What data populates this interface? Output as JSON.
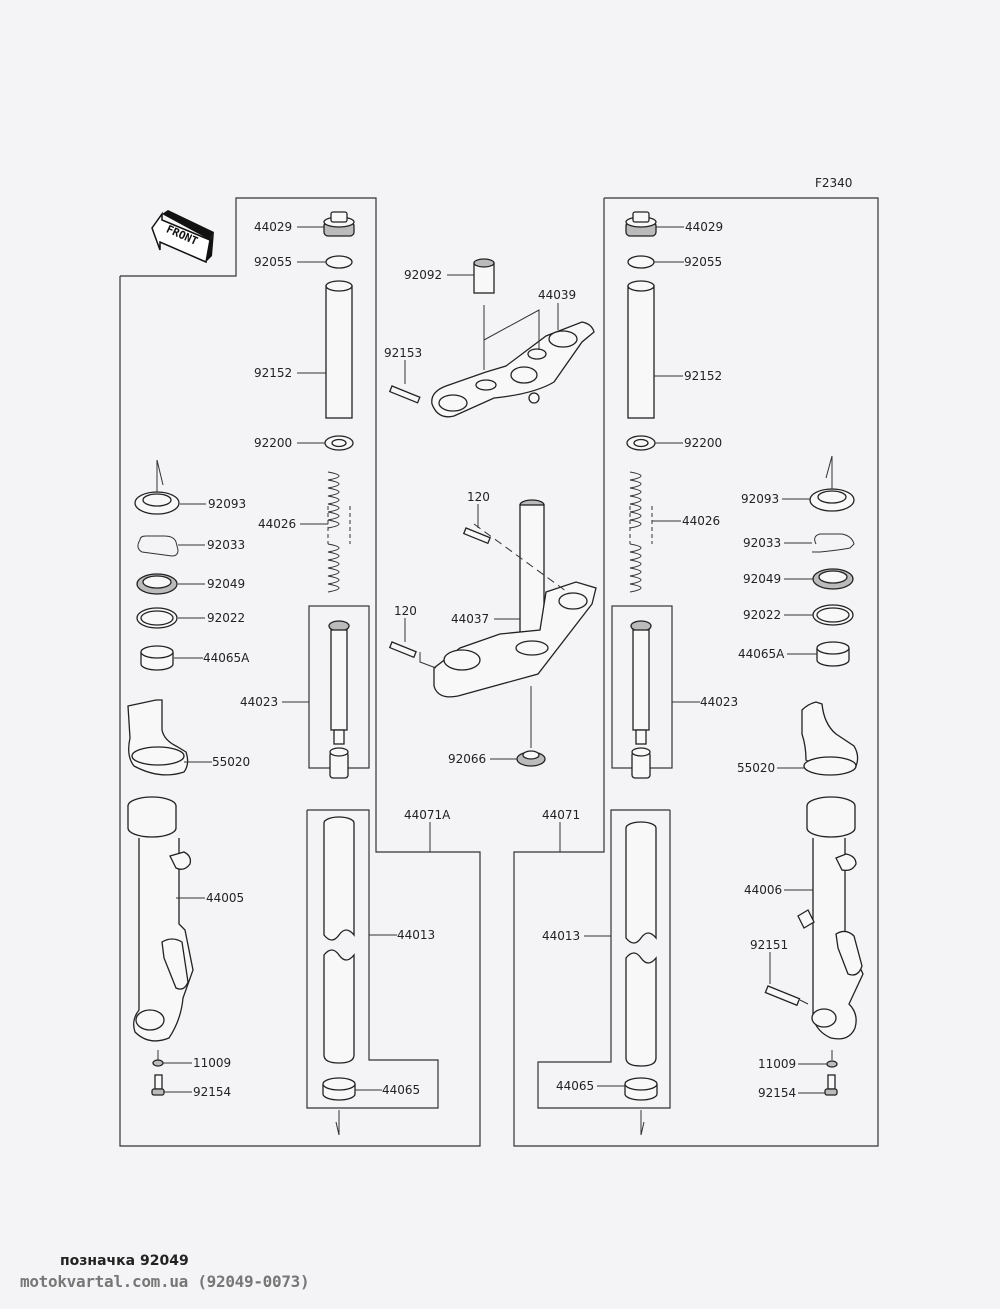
{
  "diagram": {
    "figure_code": "F2340",
    "front_label": "FRONT",
    "left_fork": {
      "labels": {
        "cap_bolt": "44029",
        "o_ring": "92055",
        "spacer": "92152",
        "washer": "92200",
        "spring": "44026",
        "dust_seal": "92093",
        "circlip": "92033",
        "oil_seal": "92049",
        "washer_2": "92022",
        "guide_bushing_a": "44065A",
        "cylinder_unit": "44023",
        "cover": "55020",
        "outer_tube": "44005",
        "inner_tube": "44013",
        "guide_bushing": "44065",
        "gasket": "11009",
        "bolt": "92154",
        "assembly": "44071A"
      }
    },
    "right_fork": {
      "labels": {
        "cap_bolt": "44029",
        "o_ring": "92055",
        "spacer": "92152",
        "washer": "92200",
        "spring": "44026",
        "dust_seal": "92093",
        "circlip": "92033",
        "oil_seal": "92049",
        "washer_2": "92022",
        "guide_bushing_a": "44065A",
        "cylinder_unit": "44023",
        "cover": "55020",
        "outer_tube": "44006",
        "axle_bolt": "92151",
        "inner_tube": "44013",
        "guide_bushing": "44065",
        "gasket": "11009",
        "bolt": "92154",
        "assembly": "44071"
      }
    },
    "center": {
      "labels": {
        "collar": "92092",
        "upper_bracket": "44039",
        "upper_bolt": "92153",
        "stem_bolt_1": "120",
        "stem_bolt_2": "120",
        "stem_head": "44037",
        "cap": "92066"
      }
    }
  },
  "footer": {
    "caption": "позначка 92049",
    "watermark": "motokvartal.com.ua (92049-0073)"
  }
}
